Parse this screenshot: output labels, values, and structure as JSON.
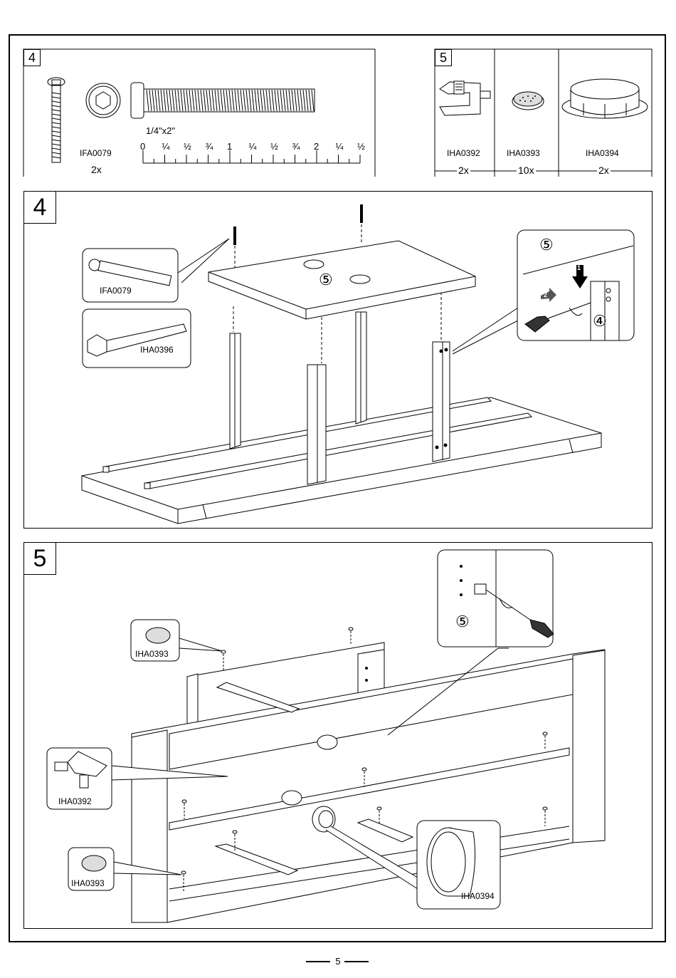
{
  "page_number": "5",
  "parts_4": {
    "step": "4",
    "screw_code": "IFA0079",
    "screw_qty": "2x",
    "screw_size": "1/4\"x2\"",
    "ruler_marks": [
      "0",
      "¼",
      "½",
      "¾",
      "1",
      "¼",
      "½",
      "¾",
      "2",
      "¼",
      "½"
    ]
  },
  "parts_5": {
    "step": "5",
    "items": [
      {
        "code": "IHA0392",
        "qty": "2x"
      },
      {
        "code": "IHA0393",
        "qty": "10x"
      },
      {
        "code": "IHA0394",
        "qty": "2x"
      }
    ]
  },
  "step4": {
    "number": "4",
    "callout_bolt": "IFA0079",
    "callout_key": "IHA0396",
    "panel_circle": "⑤",
    "detail_top": "⑤",
    "detail_side": "④",
    "arrow1": "1",
    "arrow2": "2"
  },
  "step5": {
    "number": "5",
    "callout_glide_top": "IHA0393",
    "callout_bracket": "IHA0392",
    "callout_glide_bottom": "IHA0393",
    "callout_cap": "IHA0394",
    "detail_circle": "⑤"
  }
}
